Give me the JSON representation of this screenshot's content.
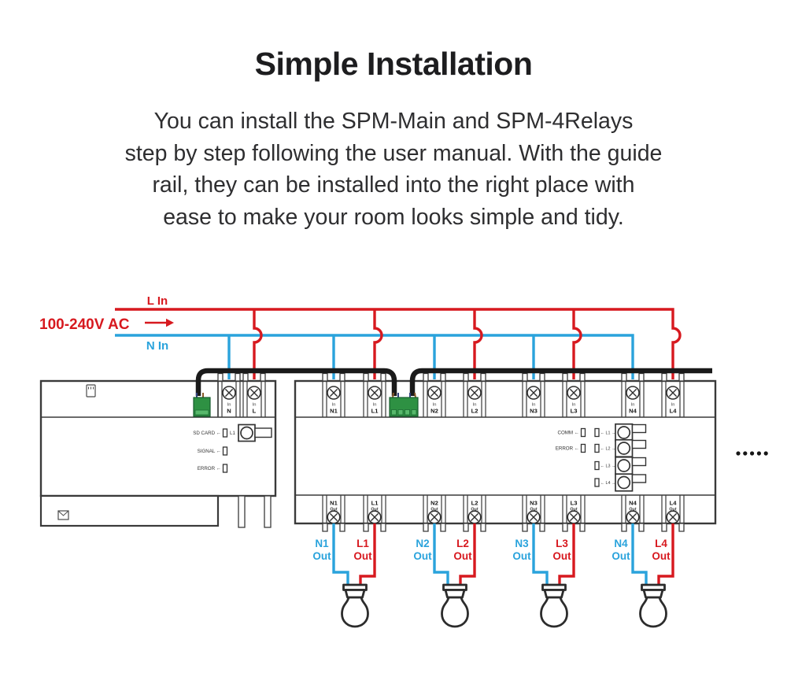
{
  "header": {
    "title": "Simple Installation",
    "lines": [
      "You can install the SPM-Main and SPM-4Relays",
      "step by step following the user manual. With the guide",
      "rail, they can be installed into the right place with",
      "ease to make your room looks simple and tidy."
    ]
  },
  "power_input": {
    "l_label": "L In",
    "voltage_label": "100-240V AC",
    "n_label": "N In"
  },
  "main_unit": {
    "terminals": [
      {
        "sub": "In",
        "name": "N"
      },
      {
        "sub": "In",
        "name": "L"
      }
    ],
    "indicators": [
      {
        "label": "SD CARD ←"
      },
      {
        "label": "SIGNAL ←"
      },
      {
        "label": "ERROR ←"
      }
    ],
    "button_side_label": "L1 ←"
  },
  "relay_unit": {
    "terminals_in": [
      {
        "sub": "In",
        "name": "N1"
      },
      {
        "sub": "In",
        "name": "L1"
      },
      {
        "sub": "In",
        "name": "N2"
      },
      {
        "sub": "In",
        "name": "L2"
      },
      {
        "sub": "In",
        "name": "N3"
      },
      {
        "sub": "In",
        "name": "L3"
      },
      {
        "sub": "In",
        "name": "N4"
      },
      {
        "sub": "In",
        "name": "L4"
      }
    ],
    "terminals_out": [
      {
        "name": "N1",
        "sub": "Out"
      },
      {
        "name": "L1",
        "sub": "Out"
      },
      {
        "name": "N2",
        "sub": "Out"
      },
      {
        "name": "L2",
        "sub": "Out"
      },
      {
        "name": "N3",
        "sub": "Out"
      },
      {
        "name": "L3",
        "sub": "Out"
      },
      {
        "name": "N4",
        "sub": "Out"
      },
      {
        "name": "L4",
        "sub": "Out"
      }
    ],
    "indicators": [
      {
        "label": "COMM ←"
      },
      {
        "label": "ERROR ←"
      }
    ],
    "led_rows": [
      {
        "label": "← L1 →"
      },
      {
        "label": "← L2 →"
      },
      {
        "label": "← L3 →"
      },
      {
        "label": "← L4 →"
      }
    ]
  },
  "outputs": [
    {
      "n": "N1",
      "l": "L1",
      "sub": "Out"
    },
    {
      "n": "N2",
      "l": "L2",
      "sub": "Out"
    },
    {
      "n": "N3",
      "l": "L3",
      "sub": "Out"
    },
    {
      "n": "N4",
      "l": "L4",
      "sub": "Out"
    }
  ],
  "colors": {
    "red": "#d7191f",
    "blue": "#2aa3dc",
    "cable": "#1a1a1a",
    "outline": "#3a3a3a",
    "green": "#2e9143"
  }
}
